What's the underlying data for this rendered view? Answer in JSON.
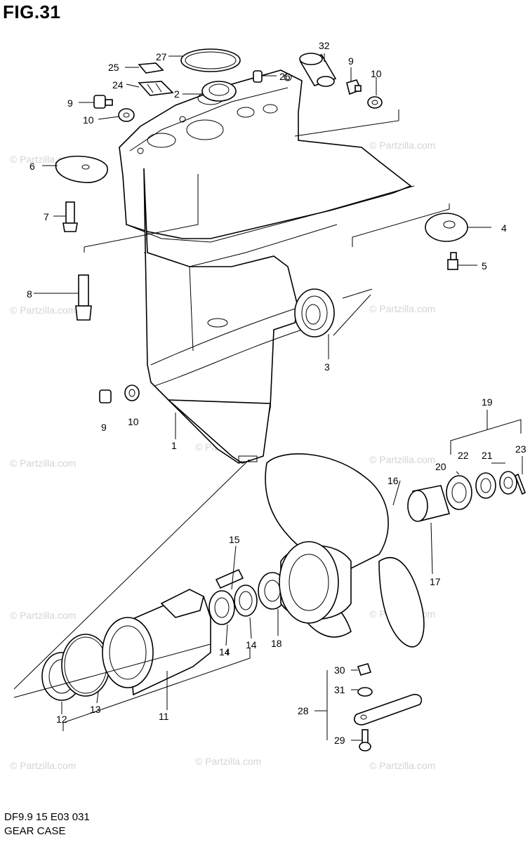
{
  "figure": {
    "title": "FIG.31",
    "footer_code": "DF9.9 15 E03  031",
    "footer_name": "GEAR CASE"
  },
  "watermark": "© Partzilla.com",
  "callouts": {
    "c1": "1",
    "c2": "2",
    "c3": "3",
    "c4": "4",
    "c5": "5",
    "c6": "6",
    "c7": "7",
    "c8": "8",
    "c9a": "9",
    "c9b": "9",
    "c9c": "9",
    "c10a": "10",
    "c10b": "10",
    "c10c": "10",
    "c11": "11",
    "c12": "12",
    "c13": "13",
    "c14a": "14",
    "c14b": "14",
    "c15": "15",
    "c16": "16",
    "c17": "17",
    "c18": "18",
    "c19": "19",
    "c20": "20",
    "c21": "21",
    "c22": "22",
    "c23": "23",
    "c24": "24",
    "c25": "25",
    "c26": "26",
    "c27": "27",
    "c28": "28",
    "c29": "29",
    "c30": "30",
    "c31": "31",
    "c32": "32"
  }
}
